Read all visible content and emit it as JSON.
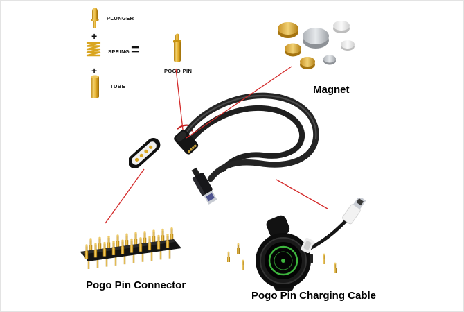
{
  "anatomy": {
    "plunger_label": "PLUNGER",
    "plus_1": "+",
    "spring_label": "SPRING",
    "plus_2": "+",
    "tube_label": "TUBE",
    "equals": "=",
    "pogo_pin_label": "POGO PIN"
  },
  "magnet": {
    "label": "Magnet"
  },
  "connector": {
    "label": "Pogo Pin Connector"
  },
  "charging_cable": {
    "label": "Pogo Pin Charging Cable"
  },
  "colors": {
    "gold": "#d9a520",
    "gold_light": "#f2d06b",
    "gold_dark": "#9c6d08",
    "cable_black": "#1f1f1f",
    "annotation_red": "#d42a2a",
    "watch_green": "#3db53d"
  }
}
